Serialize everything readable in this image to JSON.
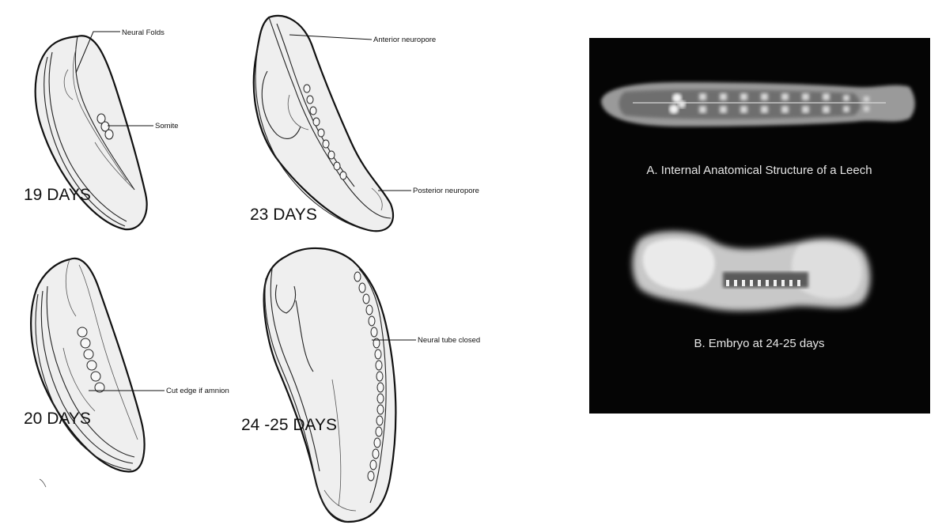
{
  "stages": [
    {
      "id": "19",
      "label": "19 DAYS"
    },
    {
      "id": "20",
      "label": "20 DAYS"
    },
    {
      "id": "23",
      "label": "23 DAYS"
    },
    {
      "id": "2425",
      "label": "24 -25 DAYS"
    }
  ],
  "callouts": {
    "neural_folds": "Neural Folds",
    "somite": "Somite",
    "cut_edge": "Cut edge if amnion",
    "anterior_neuropore": "Anterior neuropore",
    "posterior_neuropore": "Posterior neuropore",
    "neural_tube_closed": "Neural tube closed"
  },
  "photo_panel": {
    "caption_a": "A. Internal Anatomical Structure of a Leech",
    "caption_b": "B. Embryo at 24-25 days",
    "background_color": "#050505"
  }
}
